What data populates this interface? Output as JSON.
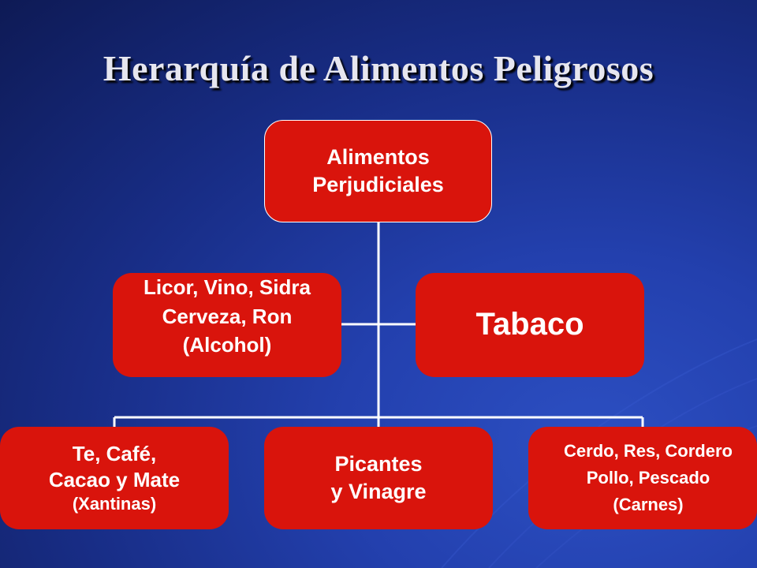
{
  "title": "Herarquía de Alimentos Peligrosos",
  "colors": {
    "node_fill": "#d9140c",
    "connector": "#ffffff",
    "background": "#1f3aa6"
  },
  "nodes": {
    "root": {
      "line1": "Alimentos",
      "line2": "Perjudiciales"
    },
    "alcohol": {
      "line1": "Licor, Vino, Sidra",
      "line2": "Cerveza, Ron",
      "line3": "(Alcohol)"
    },
    "tabaco": {
      "line1": "Tabaco"
    },
    "xantinas": {
      "line1": "Te, Café,",
      "line2": "Cacao y Mate",
      "line3": "(Xantinas)"
    },
    "picantes": {
      "line1": "Picantes",
      "line2": "y Vinagre"
    },
    "carnes": {
      "line1": "Cerdo, Res, Cordero",
      "line2": "Pollo, Pescado",
      "line3": "(Carnes)"
    }
  }
}
